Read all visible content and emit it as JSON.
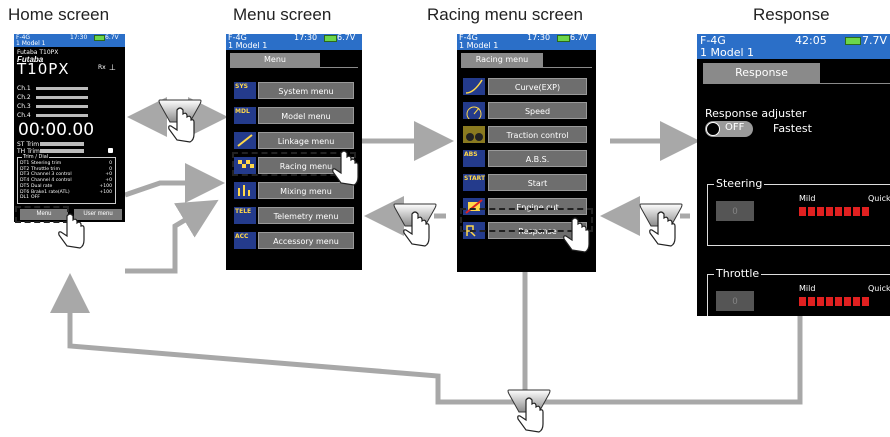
{
  "titles": {
    "home": "Home screen",
    "menu": "Menu screen",
    "racing": "Racing menu screen",
    "response": "Response"
  },
  "home": {
    "status_left": "F-4G",
    "time": "17:30",
    "voltage": "6.7V",
    "model": "1  Model 1",
    "brand": "Futaba T10PX",
    "logo": "Futaba",
    "product": "T10PX",
    "rx": "Rx",
    "channels": [
      "Ch.1",
      "Ch.2",
      "Ch.3",
      "Ch.4"
    ],
    "timer": "00:00.00",
    "st_trim": "ST Trim",
    "th_trim": "TH Trim",
    "trim_header": "Trim / Dial",
    "trim_rows": [
      {
        "code": "DT1",
        "name": "Steering trim",
        "value": "0"
      },
      {
        "code": "DT2",
        "name": "Throttle trim",
        "value": "0"
      },
      {
        "code": "DT3",
        "name": "Channel 3 control",
        "value": "+0"
      },
      {
        "code": "DT4",
        "name": "Channel 4 control",
        "value": "+0"
      },
      {
        "code": "DT5",
        "name": "Dual rate",
        "value": "+100"
      },
      {
        "code": "DT6",
        "name": "Brake1 rate(ATL)",
        "value": "+100"
      },
      {
        "code": "DL1",
        "name": "OFF",
        "value": ""
      }
    ],
    "menu_btn": "Menu",
    "user_btn": "User menu"
  },
  "menu": {
    "status_left": "F-4G",
    "time": "17:30",
    "voltage": "6.7V",
    "model": "1  Model 1",
    "tab": "Menu",
    "items": [
      {
        "label": "System menu",
        "icon": "SYS"
      },
      {
        "label": "Model menu",
        "icon": "MDL"
      },
      {
        "label": "Linkage menu",
        "icon": ""
      },
      {
        "label": "Racing menu",
        "icon": ""
      },
      {
        "label": "Mixing menu",
        "icon": ""
      },
      {
        "label": "Telemetry menu",
        "icon": "TELE"
      },
      {
        "label": "Accessory menu",
        "icon": "ACC"
      }
    ]
  },
  "racing": {
    "status_left": "F-4G",
    "time": "17:30",
    "voltage": "6.7V",
    "model": "1  Model 1",
    "tab": "Racing menu",
    "items": [
      {
        "label": "Curve(EXP)",
        "icon": ""
      },
      {
        "label": "Speed",
        "icon": ""
      },
      {
        "label": "Traction control",
        "icon": ""
      },
      {
        "label": "A.B.S.",
        "icon": "ABS"
      },
      {
        "label": "Start",
        "icon": "START"
      },
      {
        "label": "Engine cut",
        "icon": ""
      },
      {
        "label": "Response",
        "icon": ""
      }
    ]
  },
  "response": {
    "status_left": "F-4G",
    "time": "42:05",
    "voltage": "7.7V",
    "model": "1  Model 1",
    "tab": "Response",
    "adjuster_label": "Response adjuster",
    "toggle": "OFF",
    "mode": "Fastest",
    "steering": {
      "label": "Steering",
      "value": "0",
      "mild": "Mild",
      "quick": "Quick"
    },
    "throttle": {
      "label": "Throttle",
      "value": "0",
      "mild": "Mild",
      "quick": "Quick"
    }
  },
  "colors": {
    "status_bar": "#2b6fc8",
    "arrow": "#a8a8a8",
    "battery": "#6cd64a",
    "rate_bar": "#e02020"
  }
}
